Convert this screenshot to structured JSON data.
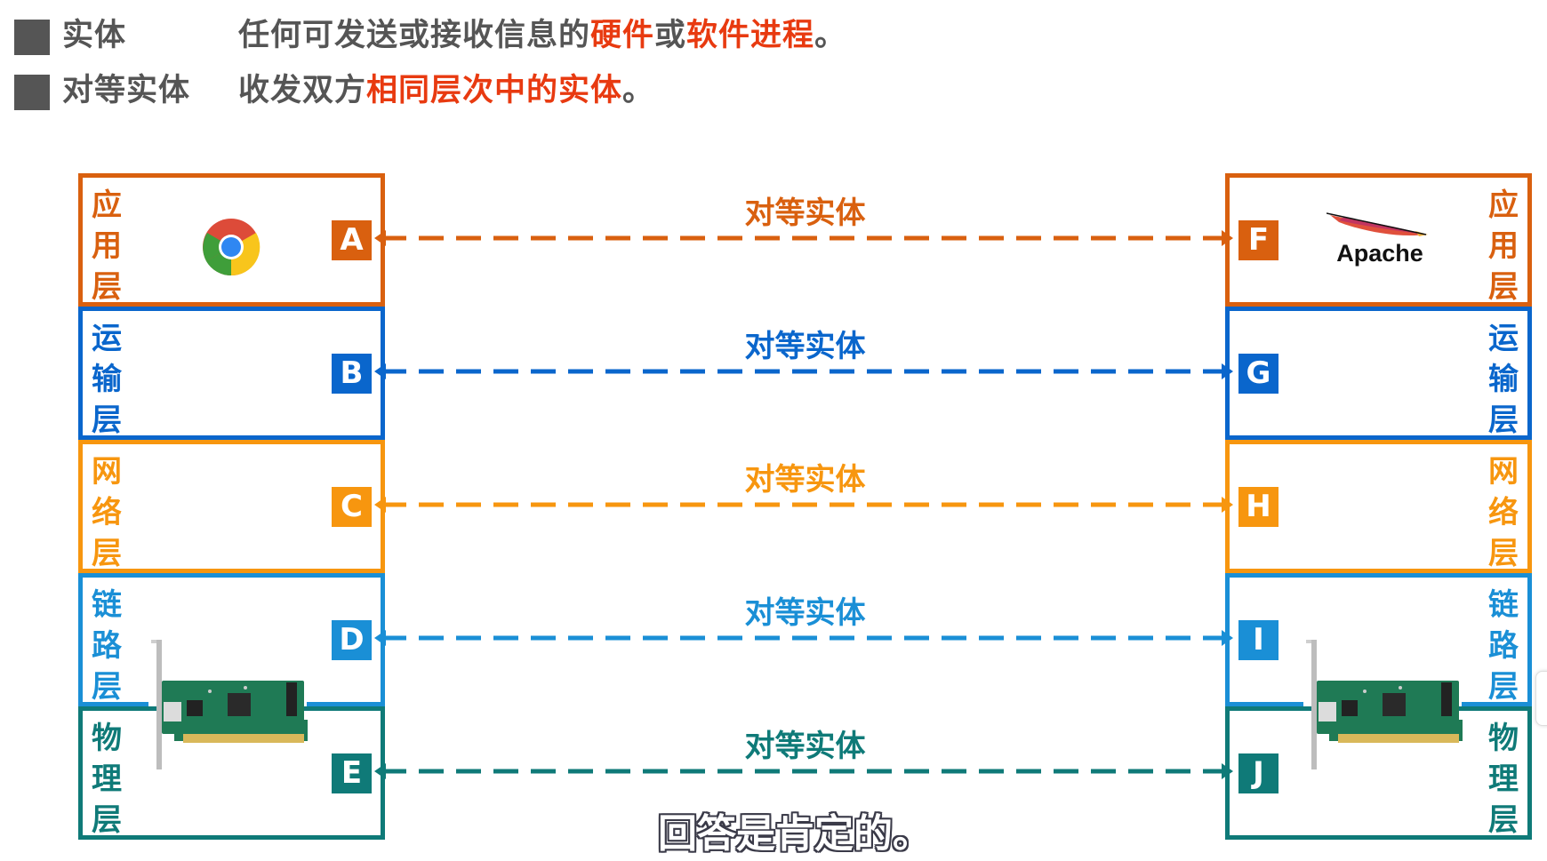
{
  "definitions": [
    {
      "term": "实体",
      "parts": [
        {
          "text": "任何可发送或接收信息的",
          "highlight": false
        },
        {
          "text": "硬件",
          "highlight": true
        },
        {
          "text": "或",
          "highlight": false
        },
        {
          "text": "软件进程",
          "highlight": true
        },
        {
          "text": "。",
          "highlight": false
        }
      ]
    },
    {
      "term": "对等实体",
      "parts": [
        {
          "text": "收发双方",
          "highlight": false
        },
        {
          "text": "相同层次中的实体",
          "highlight": true
        },
        {
          "text": "。",
          "highlight": false
        }
      ]
    }
  ],
  "colors": {
    "text_grey": "#555555",
    "highlight": "#e83a10",
    "application": "#d9600f",
    "transport": "#0a66cc",
    "network": "#f7960f",
    "link": "#1a8fd6",
    "physical": "#0f7a78"
  },
  "layers": [
    {
      "id": "application",
      "name": [
        "应",
        "用",
        "层"
      ],
      "left_entity": "A",
      "right_entity": "F",
      "peer_label": "对等实体",
      "color": "#d9600f"
    },
    {
      "id": "transport",
      "name": [
        "运",
        "输",
        "层"
      ],
      "left_entity": "B",
      "right_entity": "G",
      "peer_label": "对等实体",
      "color": "#0a66cc"
    },
    {
      "id": "network",
      "name": [
        "网",
        "络",
        "层"
      ],
      "left_entity": "C",
      "right_entity": "H",
      "peer_label": "对等实体",
      "color": "#f7960f"
    },
    {
      "id": "link",
      "name": [
        "链",
        "路",
        "层"
      ],
      "left_entity": "D",
      "right_entity": "I",
      "peer_label": "对等实体",
      "color": "#1a8fd6"
    },
    {
      "id": "physical",
      "name": [
        "物",
        "理",
        "层"
      ],
      "left_entity": "E",
      "right_entity": "J",
      "peer_label": "对等实体",
      "color": "#0f7a78"
    }
  ],
  "icons": {
    "left_app": "chrome-browser-icon",
    "right_app": "apache-feather-logo",
    "right_app_label": "Apache",
    "hardware": "network-interface-card-icon"
  },
  "subtitle": "回答是肯定的。"
}
